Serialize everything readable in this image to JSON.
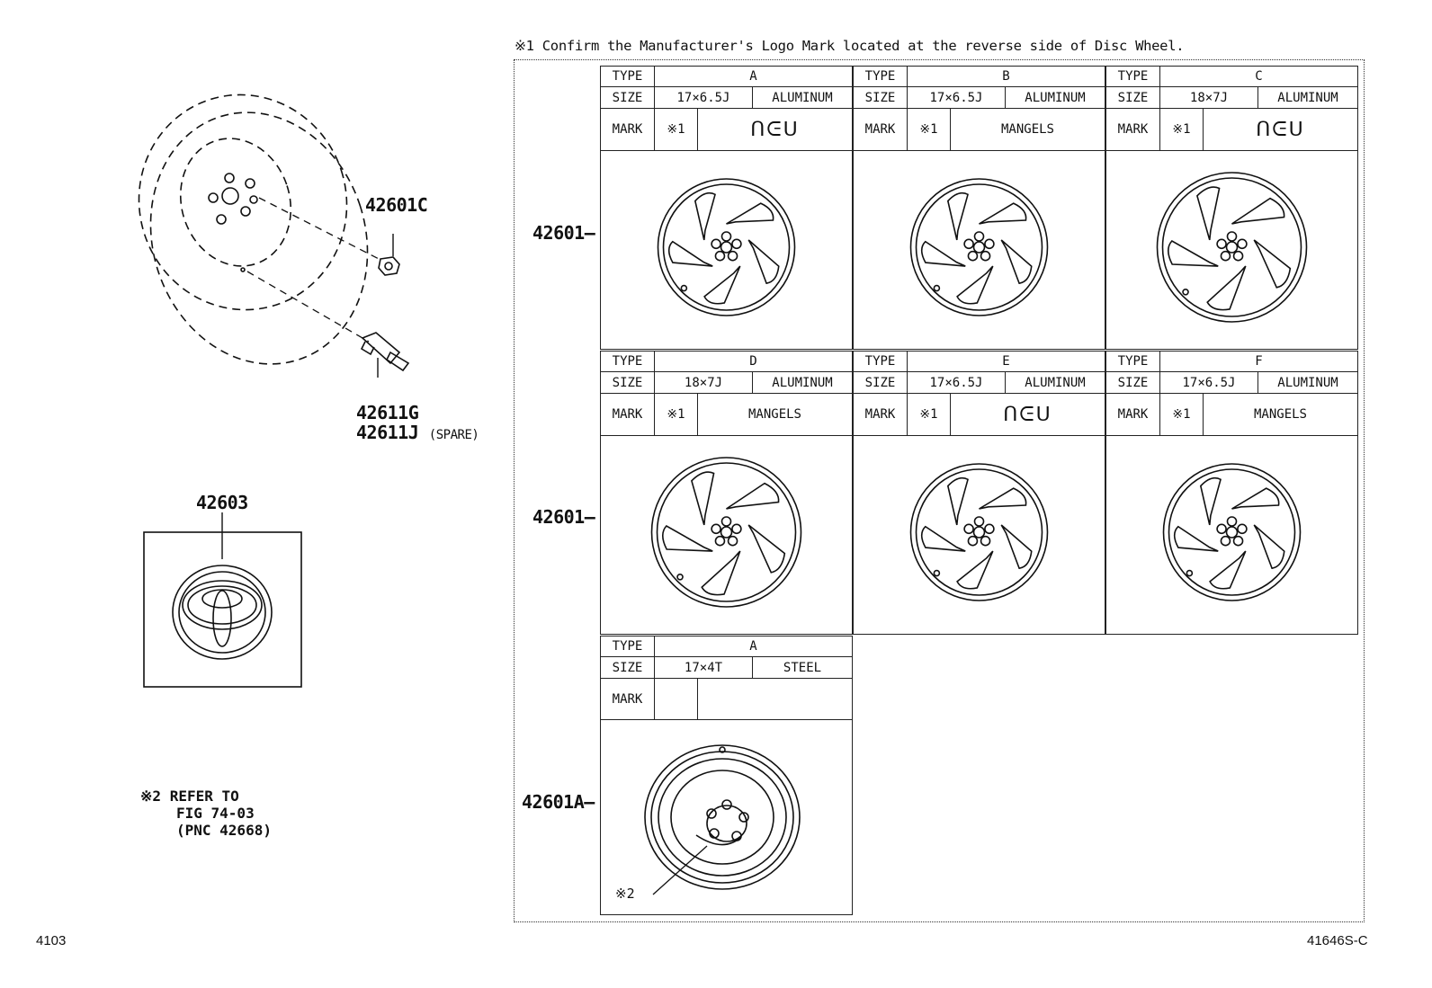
{
  "note_top": "※1  Confirm the Manufacturer's Logo Mark located at the reverse side of Disc Wheel.",
  "labels": {
    "nut": "42601C",
    "valve_1": "42611G",
    "valve_2": "42611J",
    "spare": "(SPARE)",
    "ornament": "42603",
    "row1": "42601",
    "row2": "42601",
    "row3": "42601A",
    "ref_mark": "※2"
  },
  "refer_note": {
    "mark": "※2",
    "line1": "REFER TO",
    "line2": "FIG 74-03",
    "line3": "(PNC 42668)"
  },
  "footer": {
    "left": "4103",
    "right": "41646S-C"
  },
  "headers": {
    "type": "TYPE",
    "size": "SIZE",
    "mark": "MARK",
    "ref1": "※1"
  },
  "wheels": [
    {
      "type": "A",
      "size": "17×6.5J",
      "material": "ALUMINUM",
      "ref": "※1",
      "mark": "ᑎᕮᑌ"
    },
    {
      "type": "B",
      "size": "17×6.5J",
      "material": "ALUMINUM",
      "ref": "※1",
      "mark": "MANGELS"
    },
    {
      "type": "C",
      "size": "18×7J",
      "material": "ALUMINUM",
      "ref": "※1",
      "mark": "ᑎᕮᑌ"
    },
    {
      "type": "D",
      "size": "18×7J",
      "material": "ALUMINUM",
      "ref": "※1",
      "mark": "MANGELS"
    },
    {
      "type": "E",
      "size": "17×6.5J",
      "material": "ALUMINUM",
      "ref": "※1",
      "mark": "ᑎᕮᑌ"
    },
    {
      "type": "F",
      "size": "17×6.5J",
      "material": "ALUMINUM",
      "ref": "※1",
      "mark": "MANGELS"
    }
  ],
  "steel_wheel": {
    "type": "A",
    "size": "17×4T",
    "material": "STEEL"
  },
  "colors": {
    "ink": "#111111",
    "background": "#ffffff"
  }
}
